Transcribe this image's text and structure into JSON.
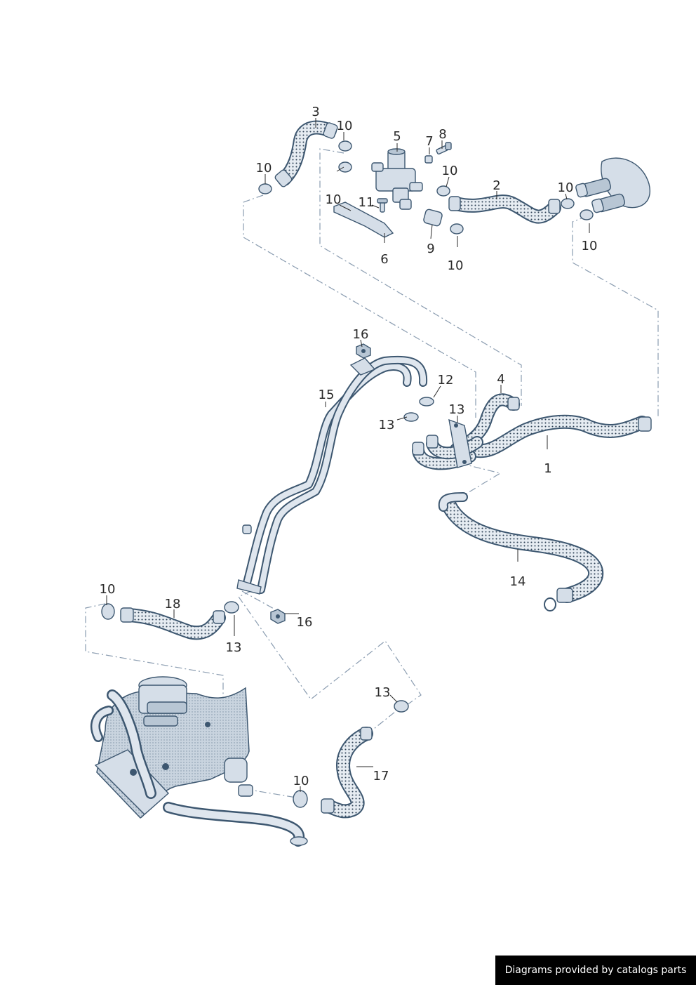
{
  "callouts": [
    {
      "id": "c1",
      "text": "1"
    },
    {
      "id": "c2",
      "text": "2"
    },
    {
      "id": "c3",
      "text": "3"
    },
    {
      "id": "c4",
      "text": "4"
    },
    {
      "id": "c5",
      "text": "5"
    },
    {
      "id": "c6",
      "text": "6"
    },
    {
      "id": "c7",
      "text": "7"
    },
    {
      "id": "c8",
      "text": "8"
    },
    {
      "id": "c9",
      "text": "9"
    },
    {
      "id": "c10a",
      "text": "10"
    },
    {
      "id": "c10b",
      "text": "10"
    },
    {
      "id": "c10c",
      "text": "10"
    },
    {
      "id": "c10d",
      "text": "10"
    },
    {
      "id": "c10e",
      "text": "10"
    },
    {
      "id": "c10f",
      "text": "10"
    },
    {
      "id": "c10g",
      "text": "10"
    },
    {
      "id": "c10h",
      "text": "10"
    },
    {
      "id": "c10i",
      "text": "10"
    },
    {
      "id": "c11",
      "text": "11"
    },
    {
      "id": "c12",
      "text": "12"
    },
    {
      "id": "c13a",
      "text": "13"
    },
    {
      "id": "c13b",
      "text": "13"
    },
    {
      "id": "c13c",
      "text": "13"
    },
    {
      "id": "c13d",
      "text": "13"
    },
    {
      "id": "c14",
      "text": "14"
    },
    {
      "id": "c15",
      "text": "15"
    },
    {
      "id": "c16a",
      "text": "16"
    },
    {
      "id": "c16b",
      "text": "16"
    },
    {
      "id": "c17",
      "text": "17"
    },
    {
      "id": "c18",
      "text": "18"
    }
  ],
  "credit": "Diagrams provided by catalogs parts"
}
